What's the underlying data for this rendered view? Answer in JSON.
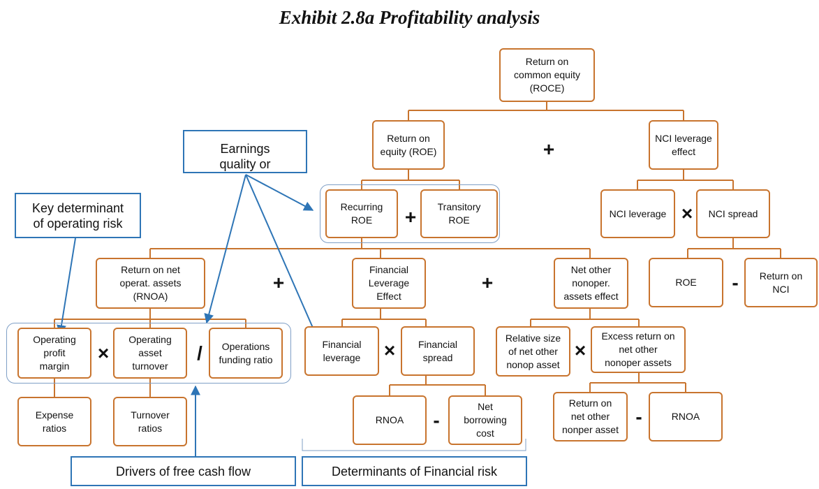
{
  "title": "Exhibit 2.8a Profitability analysis",
  "boxes": {
    "roce": "Return on\ncommon equity\n(ROCE)",
    "roe": "Return on\nequity (ROE)",
    "nci_lev_effect": "NCI leverage\neffect",
    "recurring_roe": "Recurring\nROE",
    "transitory_roe": "Transitory\nROE",
    "nci_leverage": "NCI leverage",
    "nci_spread": "NCI spread",
    "roe2": "ROE",
    "return_on_nci": "Return on\nNCI",
    "rnoa_main": "Return on net\noperat. assets\n(RNOA)",
    "fle": "Financial\nLeverage\nEffect",
    "nonoper_effect": "Net other\nnonoper.\nassets effect",
    "opm": "Operating\nprofit\nmargin",
    "oat": "Operating\nasset\nturnover",
    "ofr": "Operations\nfunding ratio",
    "fin_leverage": "Financial\nleverage",
    "fin_spread": "Financial\nspread",
    "rel_size": "Relative size\nof net other\nnonop asset",
    "excess_return": "Excess return on\nnet other\nnonoper assets",
    "expense_ratios": "Expense\nratios",
    "turnover_ratios": "Turnover\nratios",
    "rnoa_fin": "RNOA",
    "nbc": "Net\nborrowing\ncost",
    "return_nonoper": "Return on\nnet other\nnonper asset",
    "rnoa_nonop": "RNOA"
  },
  "notes": {
    "earnings_quality": "Earnings\nquality or",
    "key_determinant": "Key determinant\nof operating risk",
    "drivers_fcf": "Drivers of free cash flow",
    "financial_risk": "Determinants of Financial risk"
  },
  "operators": {
    "plus": "+",
    "times": "×",
    "divide": "/",
    "minus": "-"
  },
  "colors": {
    "box_border": "#c8742e",
    "note_border": "#2e75b6",
    "arrow": "#2e75b6"
  }
}
